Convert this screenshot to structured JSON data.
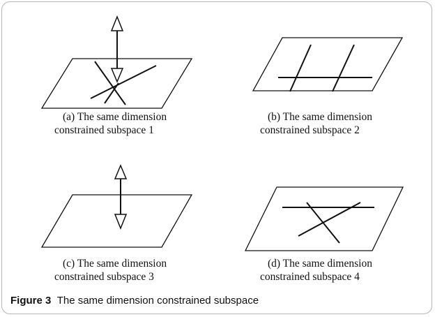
{
  "panels": [
    {
      "line1": "(a) The same dimension",
      "line2": "constrained subspace 1"
    },
    {
      "line1": "(b) The same dimension",
      "line2": "constrained subspace 2"
    },
    {
      "line1": "(c) The same dimension",
      "line2": "constrained subspace 3"
    },
    {
      "line1": "(d) The same dimension",
      "line2": "constrained subspace 4"
    }
  ],
  "figure_caption": {
    "label": "Figure 3",
    "text": "The same dimension constrained subspace"
  }
}
